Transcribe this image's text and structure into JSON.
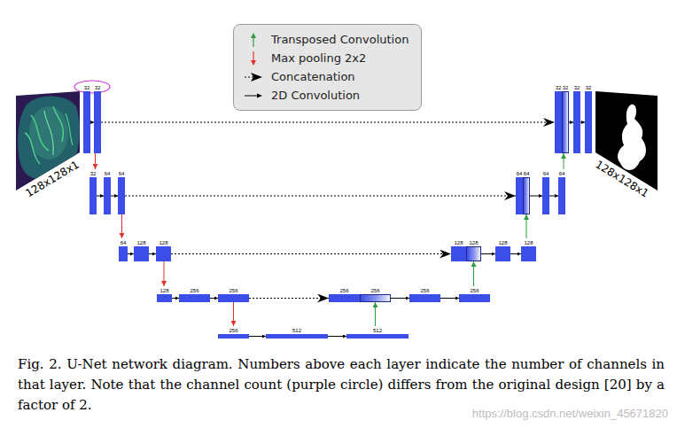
{
  "diagram": {
    "caption": "Fig. 2. U-Net network diagram. Numbers above each layer indicate the number of channels in that layer. Note that the channel count (purple circle) differs from the original design [20] by a factor of 2.",
    "nodes": [
      {
        "text": [
          "32"
        ]
      },
      {
        "text": [
          "32"
        ]
      },
      {
        "text": [
          "32"
        ]
      },
      {
        "text": [
          "32"
        ]
      },
      {
        "text": [
          "32"
        ]
      },
      {
        "text": [
          "32"
        ]
      },
      {
        "text": [
          "32"
        ]
      },
      {
        "text": [
          "64"
        ]
      },
      {
        "text": [
          "64"
        ]
      },
      {
        "text": [
          "64"
        ]
      },
      {
        "text": [
          "64"
        ]
      },
      {
        "text": [
          "64"
        ]
      },
      {
        "text": [
          "64"
        ]
      },
      {
        "text": [
          "64"
        ]
      },
      {
        "text": [
          "128"
        ]
      },
      {
        "text": [
          "128"
        ]
      },
      {
        "text": [
          "128"
        ]
      },
      {
        "text": [
          "128"
        ]
      },
      {
        "text": [
          "128"
        ]
      },
      {
        "text": [
          "128"
        ]
      },
      {
        "text": [
          "128"
        ]
      },
      {
        "text": [
          "256"
        ]
      },
      {
        "text": [
          "256"
        ]
      },
      {
        "text": [
          "256"
        ]
      },
      {
        "text": [
          "256"
        ]
      },
      {
        "text": [
          "256"
        ]
      },
      {
        "text": [
          "256"
        ]
      },
      {
        "text": [
          "256"
        ]
      },
      {
        "text": [
          "512"
        ]
      },
      {
        "text": [
          "512"
        ]
      }
    ],
    "edges": [
      {
        "from": 0,
        "to": 1,
        "arrow": "to"
      },
      {
        "from": 1,
        "to": 6,
        "arrow": "to"
      },
      {
        "from": 1,
        "to": 2,
        "arrow": "to"
      },
      {
        "from": 3,
        "to": 4,
        "arrow": "to"
      },
      {
        "from": 4,
        "to": 5,
        "arrow": "to"
      },
      {
        "from": 6,
        "to": 7,
        "arrow": "to"
      },
      {
        "from": 7,
        "to": 8,
        "arrow": "to"
      },
      {
        "from": 8,
        "to": 13,
        "arrow": "to"
      },
      {
        "from": 8,
        "to": 9,
        "arrow": "to"
      },
      {
        "from": 12,
        "to": 3,
        "arrow": "to"
      },
      {
        "from": 10,
        "to": 11,
        "arrow": "to"
      },
      {
        "from": 11,
        "to": 12,
        "arrow": "to"
      },
      {
        "from": 13,
        "to": 14,
        "arrow": "to"
      },
      {
        "from": 14,
        "to": 15,
        "arrow": "to"
      },
      {
        "from": 15,
        "to": 20,
        "arrow": "to"
      },
      {
        "from": 15,
        "to": 16,
        "arrow": "to"
      },
      {
        "from": 19,
        "to": 10,
        "arrow": "to"
      },
      {
        "from": 17,
        "to": 18,
        "arrow": "to"
      },
      {
        "from": 18,
        "to": 19,
        "arrow": "to"
      },
      {
        "from": 20,
        "to": 21,
        "arrow": "to"
      },
      {
        "from": 21,
        "to": 22,
        "arrow": "to"
      },
      {
        "from": 22,
        "to": 27,
        "arrow": "to"
      },
      {
        "from": 22,
        "to": 23,
        "arrow": "to"
      },
      {
        "from": 26,
        "to": 17,
        "arrow": "to"
      },
      {
        "from": 24,
        "to": 25,
        "arrow": "to"
      },
      {
        "from": 25,
        "to": 26,
        "arrow": "to"
      },
      {
        "from": 27,
        "to": 28,
        "arrow": "to"
      },
      {
        "from": 28,
        "to": 29,
        "arrow": "to"
      },
      {
        "from": 29,
        "to": 24,
        "arrow": "to"
      }
    ],
    "labels": [
      "128x128x1",
      "128x128x1",
      "https://blog.csdn.net/weixin_45671820"
    ],
    "legend": [
      {
        "text": "Transposed Convolution"
      },
      {
        "text": "Max pooling 2x2"
      },
      {
        "text": "Concatenation"
      },
      {
        "text": "2D Convolution"
      }
    ]
  }
}
